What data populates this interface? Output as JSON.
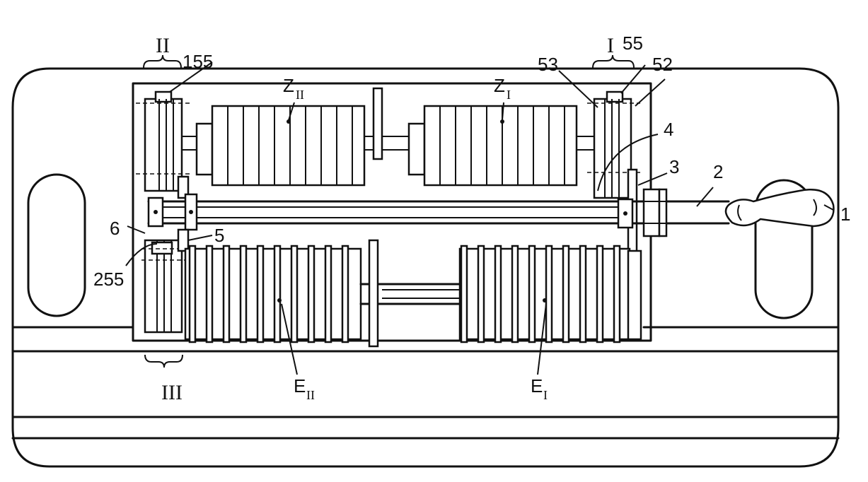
{
  "labels": {
    "l1": "1",
    "l2": "2",
    "l3": "3",
    "l4": "4",
    "l5": "5",
    "l6": "6",
    "l52": "52",
    "l53": "53",
    "l55": "55",
    "l155": "155",
    "l255": "255",
    "rI": "I",
    "rII": "II",
    "rIII": "III",
    "zII_main": "Z",
    "zII_sub": "II",
    "zI_main": "Z",
    "zI_sub": "I",
    "eII_main": "E",
    "eII_sub": "II",
    "eI_main": "E",
    "eI_sub": "I"
  }
}
